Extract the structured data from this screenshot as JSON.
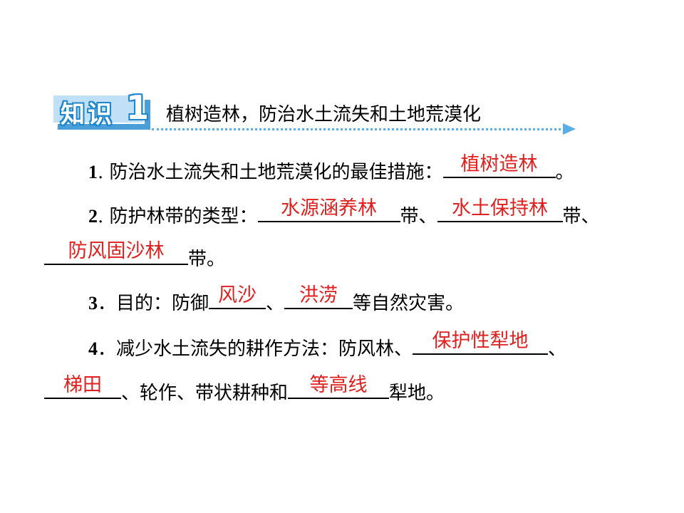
{
  "section": {
    "badge_word": "知识",
    "badge_num": "1",
    "heading": "植树造林，防治水土流失和土地荒漠化"
  },
  "items": {
    "i1": {
      "num": "1",
      "text": ". 防治水土流失和土地荒漠化的最佳措施：",
      "a1": "植树造林",
      "end": "。"
    },
    "i2": {
      "num": "2",
      "text": ". 防护林带的类型：",
      "a1": "水源涵养林",
      "mid1": "带、",
      "a2": "水土保持林",
      "mid2": "带、",
      "a3": "防风固沙林",
      "end": "带。"
    },
    "i3": {
      "num": "3",
      "text": "．目的：防御",
      "a1": "风沙",
      "mid1": "、",
      "a2": "洪涝",
      "end": "等自然灾害。"
    },
    "i4": {
      "num": "4",
      "text": "．减少水土流失的耕作方法：防风林、",
      "a1": "保护性犁地",
      "mid1": "、",
      "a2": "梯田",
      "mid2": "、轮作、带状耕种和",
      "a3": "等高线",
      "end": "犁地。"
    }
  },
  "colors": {
    "answer": "#e0201e",
    "accent": "#1e86cc",
    "badge_fill": "#bfe0f6"
  }
}
